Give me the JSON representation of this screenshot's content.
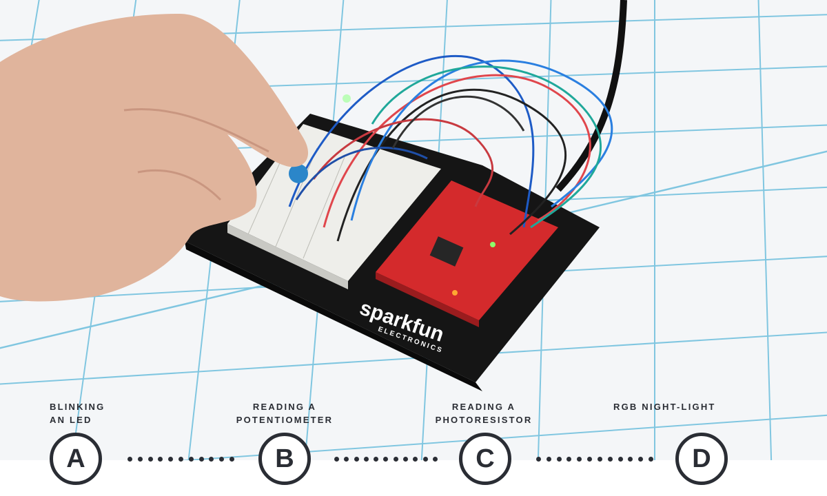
{
  "photo": {
    "brand_logo": "sparkfun",
    "brand_sub": "ELECTRONICS"
  },
  "steps": [
    {
      "letter": "A",
      "label_line1": "BLINKING",
      "label_line2": "AN LED"
    },
    {
      "letter": "B",
      "label_line1": "READING A",
      "label_line2": "POTENTIOMETER"
    },
    {
      "letter": "C",
      "label_line1": "READING A",
      "label_line2": "PHOTORESISTOR"
    },
    {
      "letter": "D",
      "label_line1": "RGB NIGHT-LIGHT",
      "label_line2": ""
    }
  ],
  "colors": {
    "text_dark": "#2a2d34",
    "grid_blue": "#4fb6d8",
    "board_red": "#d7262b",
    "holder_black": "#141414"
  }
}
